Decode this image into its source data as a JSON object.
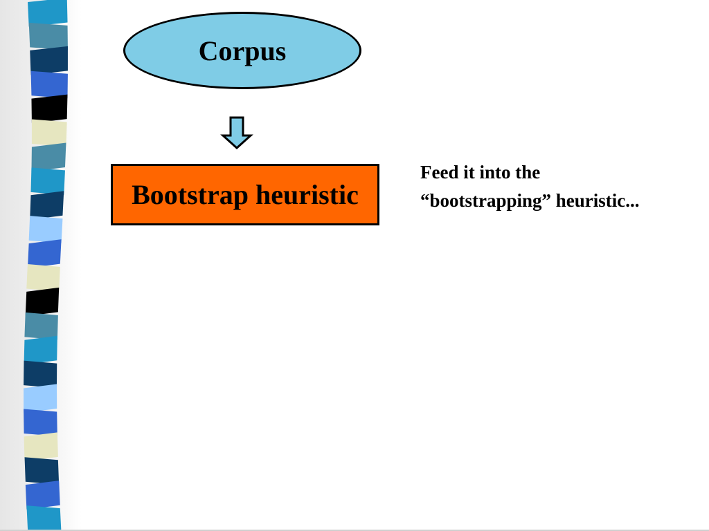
{
  "colors": {
    "corpus_fill": "#7fcce6",
    "bootstrap_fill": "#ff6600",
    "arrow_fill": "#7fcce6",
    "stripes": [
      "#1f97c8",
      "#4a8ca6",
      "#0d3d66",
      "#3466d1",
      "#000000",
      "#e6e6c0",
      "#99ccff"
    ]
  },
  "nodes": {
    "corpus": {
      "label": "Corpus"
    },
    "bootstrap": {
      "label": "Bootstrap heuristic"
    }
  },
  "connector": {
    "icon": "down-arrow-icon"
  },
  "caption": {
    "line1": "Feed it into the",
    "line2": "“bootstrapping” heuristic..."
  }
}
